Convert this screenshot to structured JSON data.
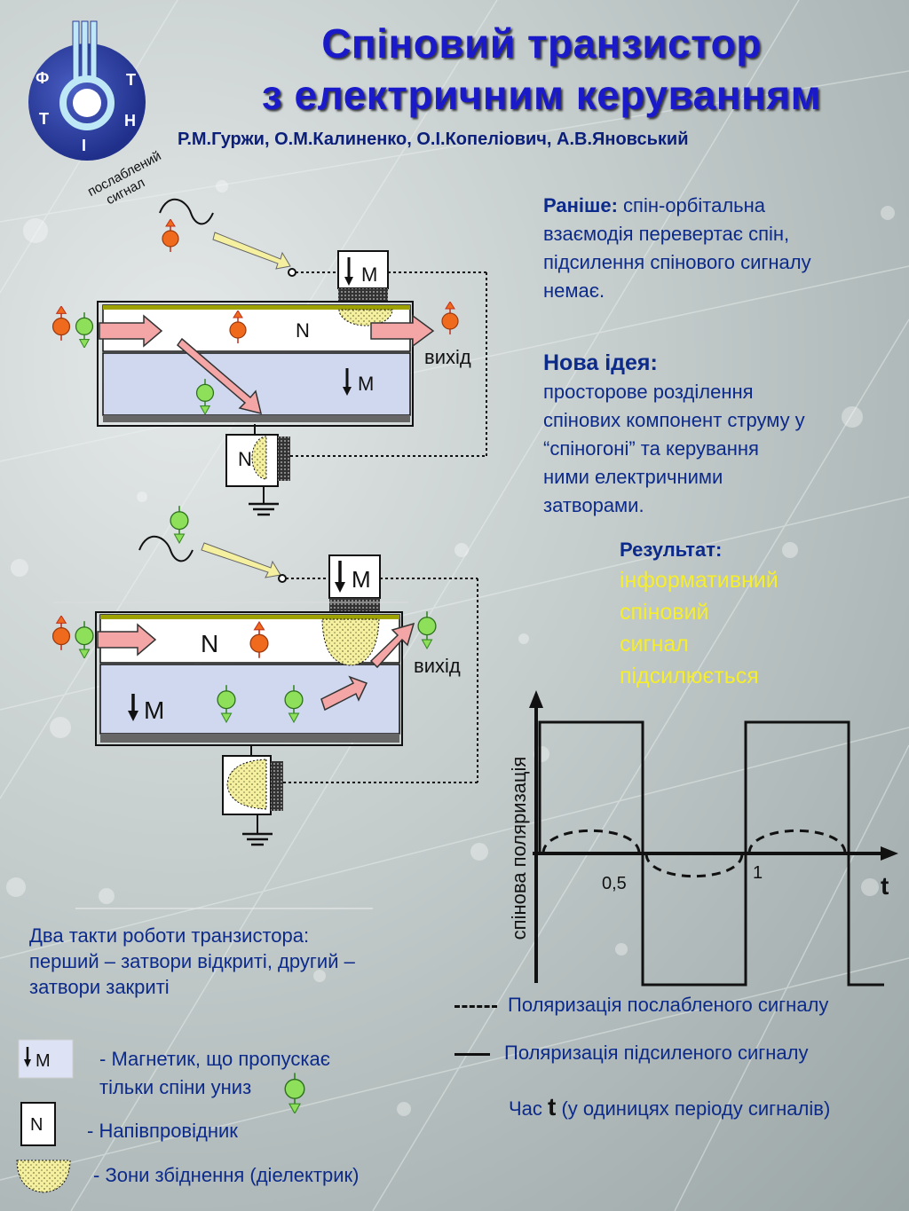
{
  "title": {
    "line1": "Спіновий транзистор",
    "line2": "з електричним керуванням"
  },
  "authors": "Р.М.Гуржи, О.М.Калиненко, О.І.Копеліович, А.В.Яновський",
  "logo": {
    "letters": [
      "Ф",
      "Т",
      "І",
      "Н",
      "Т"
    ]
  },
  "diagram1": {
    "signal_label": [
      "послаблений",
      "сигнал"
    ],
    "label_M_gate": "M",
    "label_N": "N",
    "label_M": "M",
    "label_output": "вихід",
    "label_N_gate": "N"
  },
  "diagram2": {
    "label_M_gate": "M",
    "label_N": "N",
    "label_M": "M",
    "label_output": "вихід"
  },
  "caption": [
    "Два такти роботи транзистора:",
    "перший – затвори відкриті, другий –",
    "затвори закриті"
  ],
  "right_text": {
    "before_head": "Раніше:",
    "before_text": [
      "спін-орбітальна",
      "взаємодія перевертає спін,",
      "підсилення спінового сигналу",
      "немає."
    ],
    "idea_head": "Нова ідея:",
    "idea_text": [
      "просторове розділення",
      "спінових компонент струму у",
      "“спіногоні” та керування",
      "ними електричними",
      "затворами."
    ],
    "result_head": "Результат:",
    "result_text": [
      "інформативний",
      "спіновий",
      "сигнал",
      "підсилюється"
    ]
  },
  "chart_data": {
    "type": "line",
    "ylabel": "спінова поляризація",
    "xlabel": "t",
    "x_ticks": [
      "0,5",
      "1"
    ],
    "series": [
      {
        "name": "Поляризація послабленого сигналу",
        "style": "dashed",
        "x": [
          0,
          0.5,
          0.5,
          1,
          1,
          1.5
        ],
        "y": [
          0.15,
          0.15,
          -0.15,
          -0.15,
          0.15,
          0.15
        ]
      },
      {
        "name": "Поляризація підсиленого сигналу",
        "style": "solid",
        "x": [
          0,
          0.5,
          0.5,
          1,
          1,
          1.5,
          1.5
        ],
        "y": [
          1,
          1,
          -1,
          -1,
          1,
          1,
          -1
        ]
      }
    ]
  },
  "chart_legend": {
    "dashed": "Поляризація послабленого сигналу",
    "solid": "Поляризація підсиленого сигналу",
    "time_pre": "Час",
    "time_t": "t",
    "time_post": "(у одиницях періоду сигналів)"
  },
  "legend": {
    "magnet_box": "M",
    "magnet_text1": "- Магнетик, що пропускає",
    "magnet_text2": "тільки спіни униз",
    "semi_box": "N",
    "semi_text": "- Напівпровідник",
    "zone_text": "- Зони збіднення (діелектрик)"
  },
  "colors": {
    "title": "#1a1ac8",
    "text_blue": "#0c2a8a",
    "result_yellow": "#f6ee2a",
    "spin_up": "#ef6a1c",
    "spin_down": "#8ee05a",
    "arrow_pink": "#f4a6a6",
    "signal_arrow": "#f4f0a0",
    "dielectric": "#f4f0a0",
    "n_region": "#ffffff",
    "m_region": "#cfd8ee"
  }
}
